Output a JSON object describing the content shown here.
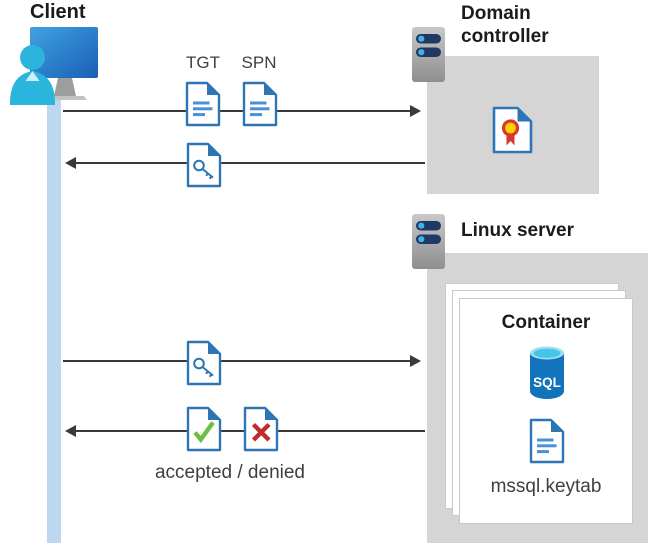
{
  "diagram": {
    "client": {
      "label": "Client",
      "icon": "client-workstation-icon"
    },
    "domain_controller": {
      "label": "Domain controller",
      "icon": "server-icon",
      "content_icon": "certificate-document-icon"
    },
    "linux_server": {
      "label": "Linux server",
      "icon": "server-icon",
      "container": {
        "label": "Container",
        "sql_icon": "sql-database-icon",
        "sql_text": "SQL",
        "keytab_icon": "document-icon",
        "keytab_label": "mssql.keytab"
      }
    },
    "flows": [
      {
        "from": "client",
        "to": "domain_controller",
        "labels": [
          "TGT",
          "SPN"
        ],
        "icons": [
          "document-icon",
          "document-icon"
        ]
      },
      {
        "from": "domain_controller",
        "to": "client",
        "icons": [
          "key-document-icon"
        ]
      },
      {
        "from": "client",
        "to": "linux_server",
        "icons": [
          "key-document-icon"
        ]
      },
      {
        "from": "linux_server",
        "to": "client",
        "icons": [
          "accepted-document-icon",
          "denied-document-icon"
        ],
        "caption": "accepted / denied"
      }
    ],
    "colors": {
      "arrow": "#3A3A3A",
      "heading_text": "#1B1B1B",
      "caption_text": "#3F3F3F",
      "doc_border_blue": "#2E75B6",
      "doc_line_blue": "#4A90D9",
      "accepted_green": "#6CBE45",
      "denied_red": "#C02B2B",
      "certificate_red": "#D9372E",
      "certificate_yellow": "#FFD100",
      "lifeline_blue": "#BDD7F0",
      "panel_gray": "#D5D5D5",
      "server_navy": "#1F3864",
      "server_dot_cyan": "#41B4E6",
      "monitor_blue": "#2787D0",
      "person_cyan": "#2CB5DC",
      "sql_body_blue": "#1272BA",
      "sql_top_cyan": "#45C6E8"
    }
  }
}
